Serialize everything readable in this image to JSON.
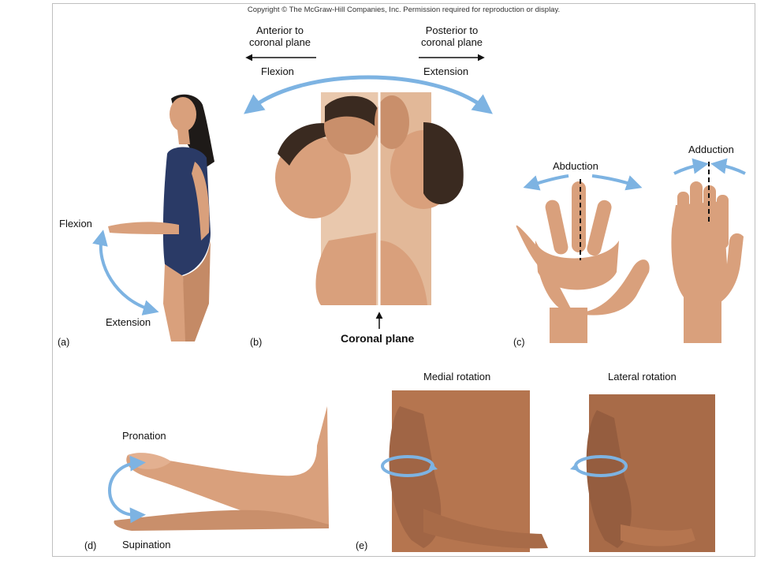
{
  "copyright": "Copyright © The McGraw-Hill Companies, Inc. Permission required for reproduction or display.",
  "panel_a": {
    "letter": "(a)",
    "flexion": "Flexion",
    "extension": "Extension"
  },
  "panel_b": {
    "letter": "(b)",
    "anterior_line1": "Anterior to",
    "anterior_line2": "coronal plane",
    "posterior_line1": "Posterior to",
    "posterior_line2": "coronal plane",
    "flexion": "Flexion",
    "extension": "Extension",
    "coronal_plane": "Coronal plane"
  },
  "panel_c": {
    "letter": "(c)",
    "abduction": "Abduction",
    "adduction": "Adduction"
  },
  "panel_d": {
    "letter": "(d)",
    "pronation": "Pronation",
    "supination": "Supination"
  },
  "panel_e": {
    "letter": "(e)",
    "medial": "Medial rotation",
    "lateral": "Lateral rotation"
  },
  "colors": {
    "arrow_blue": "#7db3e2",
    "skin": "#d9a07c",
    "skin_dark": "#b5754f",
    "swimsuit": "#2a3a66",
    "hair": "#1e1a18"
  }
}
